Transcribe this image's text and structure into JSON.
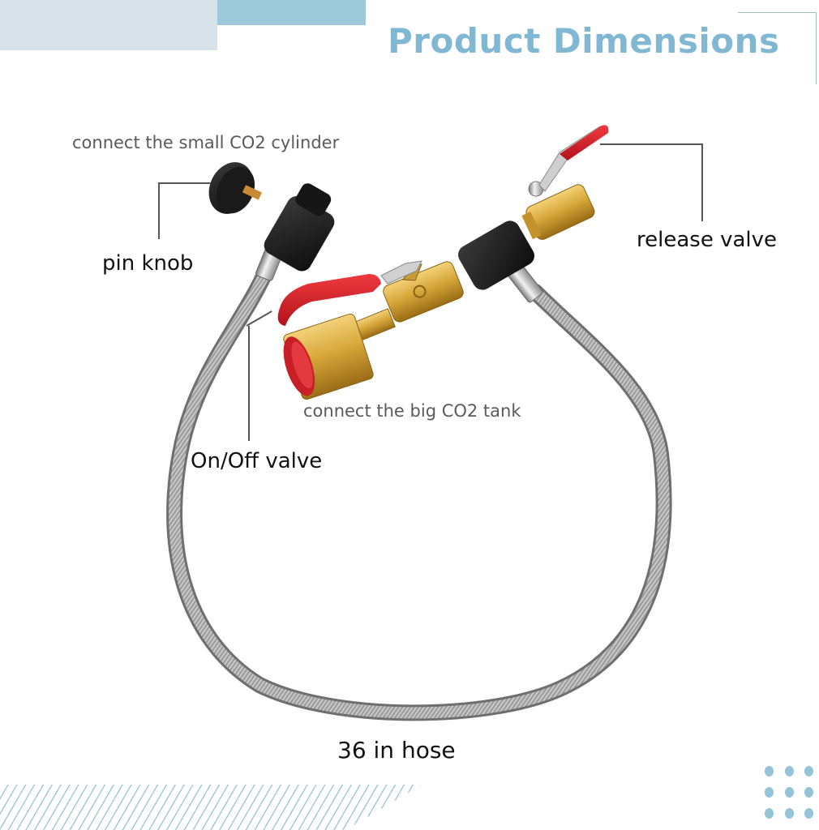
{
  "header": {
    "title": "Product Dimensions"
  },
  "labels": {
    "small_cylinder": "connect the small CO2 cylinder",
    "pin_knob": "pin knob",
    "release_valve": "release valve",
    "big_tank": "connect the big CO2 tank",
    "on_off_valve": "On/Off valve",
    "hose": "36 in hose"
  },
  "colors": {
    "title": "#80b8d3",
    "accent_light": "#d7e1e8",
    "accent_blue": "#9dc8da",
    "valve_handle_red": "#d0202a",
    "brass": "#d4a93a",
    "hose_steel": "#8e8e8e"
  }
}
